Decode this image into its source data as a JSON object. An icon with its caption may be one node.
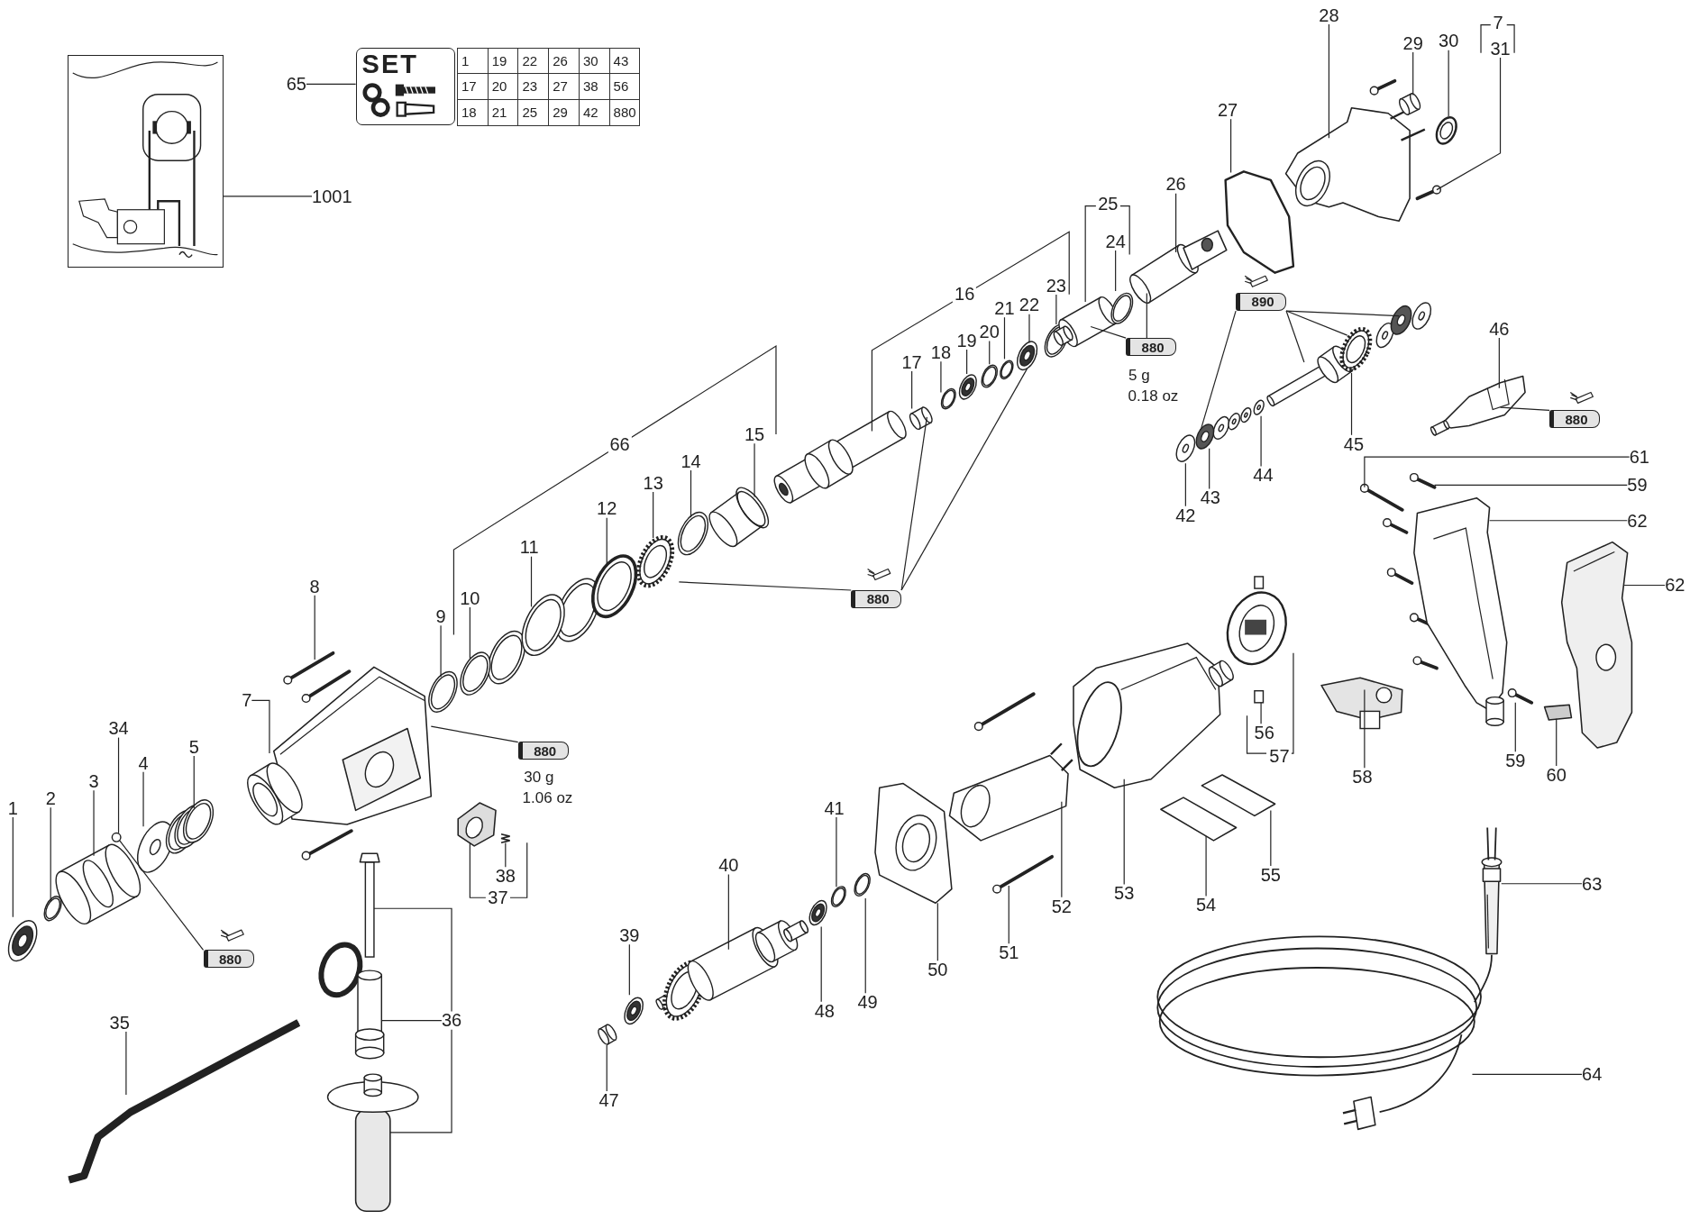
{
  "diagram": {
    "nodes": [
      {
        "text": [],
        "shape": "picture"
      },
      {
        "text": [
          "1001"
        ]
      },
      {
        "text": [
          "65"
        ]
      },
      {
        "text": [
          "SET"
        ]
      },
      {
        "text": [
          "1"
        ]
      },
      {
        "text": [
          "2"
        ]
      },
      {
        "text": [
          "3"
        ]
      },
      {
        "text": [
          "4"
        ]
      },
      {
        "text": [
          "5"
        ]
      },
      {
        "text": [
          "7"
        ]
      },
      {
        "text": [
          "8"
        ]
      },
      {
        "text": [
          "9"
        ]
      },
      {
        "text": [
          "10"
        ]
      },
      {
        "text": [
          "11"
        ]
      },
      {
        "text": [
          "12"
        ]
      },
      {
        "text": [
          "13"
        ]
      },
      {
        "text": [
          "14"
        ]
      },
      {
        "text": [
          "15"
        ]
      },
      {
        "text": [
          "17"
        ]
      },
      {
        "text": [
          "18"
        ]
      },
      {
        "text": [
          "19"
        ]
      },
      {
        "text": [
          "20"
        ]
      },
      {
        "text": [
          "21"
        ]
      },
      {
        "text": [
          "22"
        ]
      },
      {
        "text": [
          "23"
        ]
      },
      {
        "text": [
          "24"
        ]
      },
      {
        "text": [
          "26"
        ]
      },
      {
        "text": [
          "27"
        ]
      },
      {
        "text": [
          "28"
        ]
      },
      {
        "text": [
          "29"
        ]
      },
      {
        "text": [
          "30"
        ]
      },
      {
        "text": [
          "31"
        ]
      },
      {
        "text": [
          "34"
        ]
      },
      {
        "text": [
          "35"
        ]
      },
      {
        "text": [
          "38"
        ]
      },
      {
        "text": [
          "39"
        ]
      },
      {
        "text": [
          "40"
        ]
      },
      {
        "text": [
          "41"
        ]
      },
      {
        "text": [
          "42"
        ]
      },
      {
        "text": [
          "43"
        ]
      },
      {
        "text": [
          "44"
        ]
      },
      {
        "text": [
          "45"
        ]
      },
      {
        "text": [
          "46"
        ]
      },
      {
        "text": [
          "47"
        ]
      },
      {
        "text": [
          "48"
        ]
      },
      {
        "text": [
          "49"
        ]
      },
      {
        "text": [
          "50"
        ]
      },
      {
        "text": [
          "51"
        ]
      },
      {
        "text": [
          "52"
        ]
      },
      {
        "text": [
          "53"
        ]
      },
      {
        "text": [
          "54"
        ]
      },
      {
        "text": [
          "55"
        ]
      },
      {
        "text": [
          "56"
        ]
      },
      {
        "text": [
          "58"
        ]
      },
      {
        "text": [
          "59"
        ]
      },
      {
        "text": [
          "59"
        ]
      },
      {
        "text": [
          "60"
        ]
      },
      {
        "text": [
          "61"
        ]
      },
      {
        "text": [
          "62"
        ]
      },
      {
        "text": [
          "62"
        ]
      },
      {
        "text": [
          "63"
        ]
      },
      {
        "text": [
          "64"
        ]
      },
      {
        "text": [
          "880"
        ]
      },
      {
        "text": [
          "880"
        ],
        "beside": [
          "30 g",
          "1.06 oz"
        ]
      },
      {
        "text": [
          "880"
        ]
      },
      {
        "text": [
          "880"
        ],
        "beside": [
          "5 g",
          "0.18 oz"
        ]
      },
      {
        "text": [
          "890"
        ]
      },
      {
        "text": [
          "880"
        ]
      },
      {
        "text": [
          "36"
        ]
      },
      {
        "text": [],
        "shape": "picture"
      },
      {
        "text": [],
        "shape": "picture"
      },
      {
        "text": [],
        "shape": "picture"
      },
      {
        "text": [],
        "shape": "circle"
      },
      {
        "text": [],
        "shape": "picture"
      },
      {
        "text": [],
        "shape": "picture"
      },
      {
        "text": [],
        "shape": "picture"
      },
      {
        "text": [],
        "shape": "picture"
      },
      {
        "text": [],
        "shape": "picture"
      },
      {
        "text": [],
        "shape": "picture"
      },
      {
        "text": [],
        "shape": "picture"
      },
      {
        "text": [],
        "shape": "picture"
      },
      {
        "text": [],
        "shape": "picture"
      },
      {
        "text": [],
        "shape": "picture"
      },
      {
        "text": [],
        "shape": "picture"
      },
      {
        "text": [],
        "shape": "picture"
      },
      {
        "text": [],
        "shape": "picture"
      },
      {
        "text": [],
        "shape": "picture"
      },
      {
        "text": [],
        "shape": "picture"
      },
      {
        "text": [],
        "shape": "picture"
      },
      {
        "text": [],
        "shape": "picture"
      },
      {
        "text": [],
        "shape": "picture"
      },
      {
        "text": [],
        "shape": "picture"
      },
      {
        "text": [],
        "shape": "picture"
      },
      {
        "text": [],
        "shape": "picture"
      },
      {
        "text": [],
        "shape": "picture"
      },
      {
        "text": [],
        "shape": "picture"
      },
      {
        "text": [],
        "shape": "picture"
      },
      {
        "text": [],
        "shape": "picture"
      },
      {
        "text": [],
        "shape": "picture"
      },
      {
        "text": [],
        "shape": "picture"
      },
      {
        "text": [],
        "shape": "picture"
      },
      {
        "text": [],
        "shape": "picture"
      },
      {
        "text": [],
        "shape": "picture"
      },
      {
        "text": [],
        "shape": "picture"
      },
      {
        "text": [],
        "shape": "picture"
      },
      {
        "text": [],
        "shape": "picture"
      },
      {
        "text": [],
        "shape": "picture"
      },
      {
        "text": [],
        "shape": "picture"
      },
      {
        "text": [],
        "shape": "picture"
      },
      {
        "text": [],
        "shape": "picture"
      },
      {
        "text": [],
        "shape": "picture"
      },
      {
        "text": [],
        "shape": "picture"
      },
      {
        "text": [],
        "shape": "picture"
      },
      {
        "text": [],
        "shape": "picture"
      },
      {
        "text": [],
        "shape": "picture"
      },
      {
        "text": [],
        "shape": "picture"
      },
      {
        "text": [],
        "shape": "picture"
      },
      {
        "text": [],
        "shape": "picture"
      },
      {
        "text": [],
        "shape": "picture"
      },
      {
        "text": [],
        "shape": "picture"
      },
      {
        "text": [],
        "shape": "picture"
      },
      {
        "text": [],
        "shape": "picture"
      },
      {
        "text": [],
        "shape": "picture"
      },
      {
        "text": [],
        "shape": "picture"
      },
      {
        "text": [],
        "shape": "picture"
      },
      {
        "text": [],
        "shape": "picture"
      },
      {
        "text": [],
        "shape": "picture"
      },
      {
        "text": [],
        "shape": "picture"
      },
      {
        "text": [],
        "shape": "picture"
      },
      {
        "text": [],
        "shape": "picture"
      },
      {
        "text": [],
        "shape": "picture"
      },
      {
        "text": [],
        "shape": "picture"
      }
    ],
    "edges": [
      {
        "from": 1,
        "to": 0,
        "arrow": "none"
      },
      {
        "from": 2,
        "to": 3,
        "arrow": "none"
      },
      {
        "from": 4,
        "to": 69,
        "arrow": "none"
      },
      {
        "from": 5,
        "to": 70,
        "arrow": "none"
      },
      {
        "from": 6,
        "to": 71,
        "arrow": "none"
      },
      {
        "from": 7,
        "to": 73,
        "arrow": "none"
      },
      {
        "from": 8,
        "to": 74,
        "arrow": "none"
      },
      {
        "from": 9,
        "to": 77,
        "arrow": "none"
      },
      {
        "from": 10,
        "to": 76,
        "arrow": "none"
      },
      {
        "from": 11,
        "to": 81,
        "arrow": "none"
      },
      {
        "from": 12,
        "to": 83,
        "arrow": "none"
      },
      {
        "from": 13,
        "to": 84,
        "arrow": "none"
      },
      {
        "from": 14,
        "to": 86,
        "arrow": "none"
      },
      {
        "from": 15,
        "to": 88,
        "arrow": "none"
      },
      {
        "from": 16,
        "to": 89,
        "arrow": "none"
      },
      {
        "from": 17,
        "to": 91,
        "arrow": "none"
      },
      {
        "from": 18,
        "to": 96,
        "arrow": "none"
      },
      {
        "from": 19,
        "to": 97,
        "arrow": "none"
      },
      {
        "from": 20,
        "to": 98,
        "arrow": "none"
      },
      {
        "from": 21,
        "to": 99,
        "arrow": "none"
      },
      {
        "from": 22,
        "to": 100,
        "arrow": "none"
      },
      {
        "from": 23,
        "to": 103,
        "arrow": "none"
      },
      {
        "from": 24,
        "to": 104,
        "arrow": "none"
      },
      {
        "from": 25,
        "to": 106,
        "arrow": "none"
      },
      {
        "from": 26,
        "to": 108,
        "arrow": "none"
      },
      {
        "from": 27,
        "to": 113,
        "arrow": "none"
      },
      {
        "from": 28,
        "to": 119,
        "arrow": "none"
      },
      {
        "from": 29,
        "to": 123,
        "arrow": "none"
      },
      {
        "from": 30,
        "to": 125,
        "arrow": "none"
      },
      {
        "from": 31,
        "to": 122,
        "arrow": "none"
      },
      {
        "from": 32,
        "to": 72,
        "arrow": "none"
      },
      {
        "from": 33,
        "to": 75,
        "arrow": "none"
      },
      {
        "from": 34,
        "to": 82,
        "arrow": "none"
      },
      {
        "from": 35,
        "to": 87,
        "arrow": "none"
      },
      {
        "from": 36,
        "to": 90,
        "arrow": "none"
      },
      {
        "from": 37,
        "to": 93,
        "arrow": "none"
      },
      {
        "from": 38,
        "to": 109,
        "arrow": "none"
      },
      {
        "from": 39,
        "to": 111,
        "arrow": "none"
      },
      {
        "from": 40,
        "to": 114,
        "arrow": "none"
      },
      {
        "from": 41,
        "to": 116,
        "arrow": "none"
      },
      {
        "from": 42,
        "to": 127,
        "arrow": "none"
      },
      {
        "from": 43,
        "to": 85,
        "arrow": "none"
      },
      {
        "from": 44,
        "to": 92,
        "arrow": "none"
      },
      {
        "from": 45,
        "to": 94,
        "arrow": "none"
      },
      {
        "from": 46,
        "to": 95,
        "arrow": "none"
      },
      {
        "from": 47,
        "to": 102,
        "arrow": "none"
      },
      {
        "from": 48,
        "to": 101,
        "arrow": "none"
      },
      {
        "from": 49,
        "to": 107,
        "arrow": "none"
      },
      {
        "from": 50,
        "to": 110,
        "arrow": "none"
      },
      {
        "from": 51,
        "to": 112,
        "arrow": "none"
      },
      {
        "from": 52,
        "to": 115,
        "arrow": "none"
      },
      {
        "from": 53,
        "to": 118,
        "arrow": "none"
      },
      {
        "from": 54,
        "to": 124,
        "arrow": "none"
      },
      {
        "from": 55,
        "to": 129,
        "arrow": "none"
      },
      {
        "from": 56,
        "to": 130,
        "arrow": "none"
      },
      {
        "from": 57,
        "to": 120,
        "arrow": "none"
      },
      {
        "from": 58,
        "to": 126,
        "arrow": "none"
      },
      {
        "from": 59,
        "to": 131,
        "arrow": "none"
      },
      {
        "from": 60,
        "to": 128,
        "arrow": "none"
      },
      {
        "from": 61,
        "to": 117,
        "arrow": "none"
      },
      {
        "from": 62,
        "to": 72,
        "arrow": "none"
      },
      {
        "from": 63,
        "to": 77,
        "arrow": "none"
      },
      {
        "from": 64,
        "to": 88,
        "arrow": "none"
      },
      {
        "from": 64,
        "to": 96,
        "arrow": "none"
      },
      {
        "from": 64,
        "to": 103,
        "arrow": "none"
      },
      {
        "from": 65,
        "to": 105,
        "arrow": "none"
      },
      {
        "from": 65,
        "to": 108,
        "arrow": "none"
      },
      {
        "from": 66,
        "to": 111,
        "arrow": "none"
      },
      {
        "from": 66,
        "to": 116,
        "arrow": "none"
      },
      {
        "from": 66,
        "to": 116,
        "arrow": "none"
      },
      {
        "from": 66,
        "to": 121,
        "arrow": "none"
      },
      {
        "from": 67,
        "to": 127,
        "arrow": "none"
      },
      {
        "from": 68,
        "to": 79,
        "arrow": "none"
      },
      {
        "from": 68,
        "to": 78,
        "arrow": "none"
      },
      {
        "from": 68,
        "to": 80,
        "arrow": "none"
      }
    ],
    "labels": [
      "1",
      "19",
      "22",
      "26",
      "30",
      "43",
      "17",
      "20",
      "23",
      "27",
      "38",
      "56",
      "18",
      "21",
      "25",
      "29",
      "42",
      "880",
      "7",
      "25",
      "16",
      "66",
      "37",
      "57"
    ]
  }
}
